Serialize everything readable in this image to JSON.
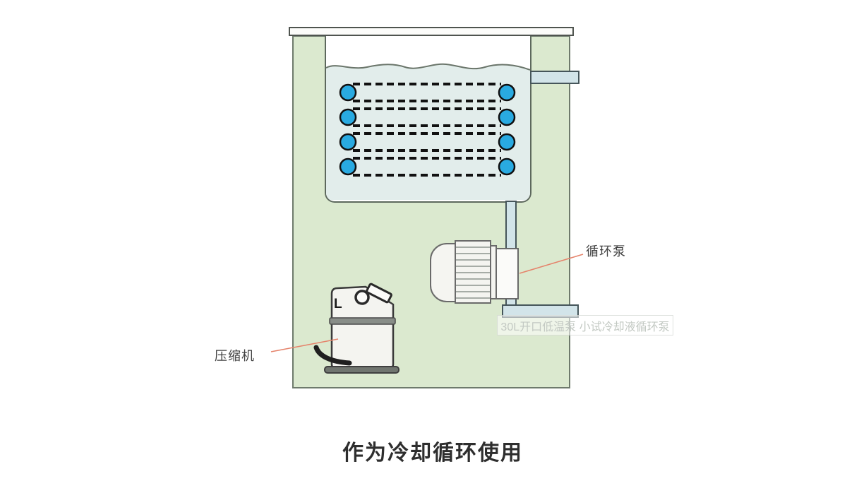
{
  "diagram": {
    "caption": "作为冷却循环使用",
    "pump_label": "循环泵",
    "compressor_label": "压缩机",
    "compressor_mark": "L",
    "watermark": "30L开口低温泵 小试冷却液循环泵",
    "coil": {
      "row_count": 4,
      "dots_per_row": 2,
      "line_style": "dashed"
    }
  },
  "colors": {
    "tank-green": "#dbe9cf",
    "tank-border": "#6e7a6c",
    "water-blue": "#e2edeb",
    "bath-border": "#5d685d",
    "pipe-fill": "#d2e4e9",
    "pipe-border": "#45555a",
    "coil-dot": "#29aae1",
    "coil-line": "#111111",
    "leader-line": "#e5836b",
    "label-text": "#3f3f3f",
    "caption-text": "#2e2e2e",
    "watermark-text": "#c3c9c3",
    "machine-fill": "#f5f5f1",
    "machine-outline": "#6a6a6a"
  }
}
